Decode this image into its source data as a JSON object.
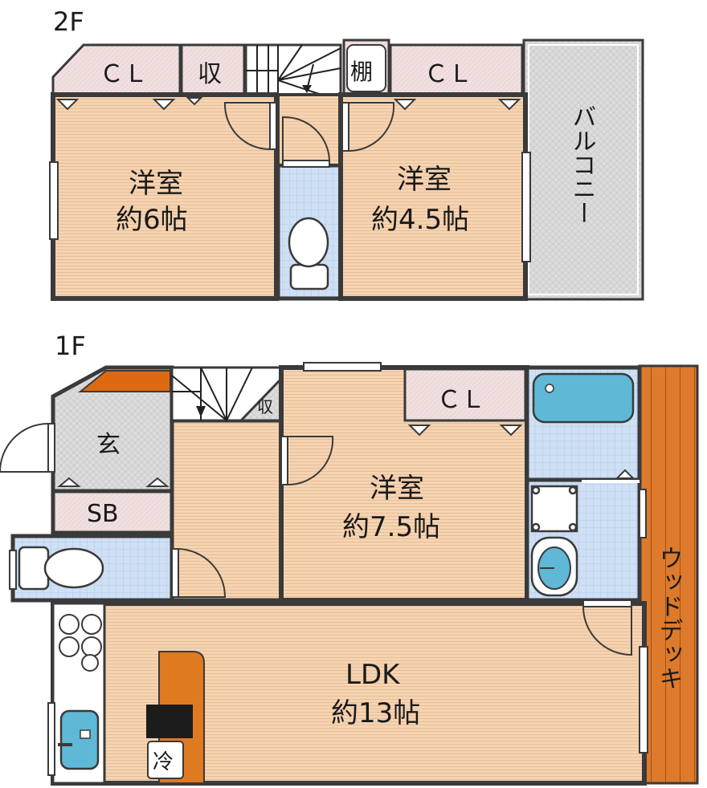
{
  "floors": {
    "second": {
      "label": "2F",
      "closet_left": "ＣＬ",
      "storage": "収",
      "shelf": "棚",
      "closet_right": "ＣＬ",
      "room_left": {
        "name": "洋室",
        "size": "約6帖"
      },
      "room_right": {
        "name": "洋室",
        "size": "約4.5帖"
      },
      "balcony": "バルコニー"
    },
    "first": {
      "label": "1F",
      "entrance": "玄",
      "shoe_box": "SB",
      "storage": "収",
      "closet": "ＣＬ",
      "room": {
        "name": "洋室",
        "size": "約7.5帖"
      },
      "ldk": {
        "name": "LDK",
        "size": "約13帖"
      },
      "fridge": "冷",
      "deck": "ウッドデッキ"
    }
  },
  "colors": {
    "wall": "#3a3a3a",
    "floor_wood": "#f6d4b2",
    "closet_fill": "#f1e0e0",
    "tile": "#cfe0f5",
    "balcony": "#dcdcdc",
    "deck": "#dd7a2c",
    "counter": "#e07a20",
    "fixture": "#5fb8d6"
  }
}
